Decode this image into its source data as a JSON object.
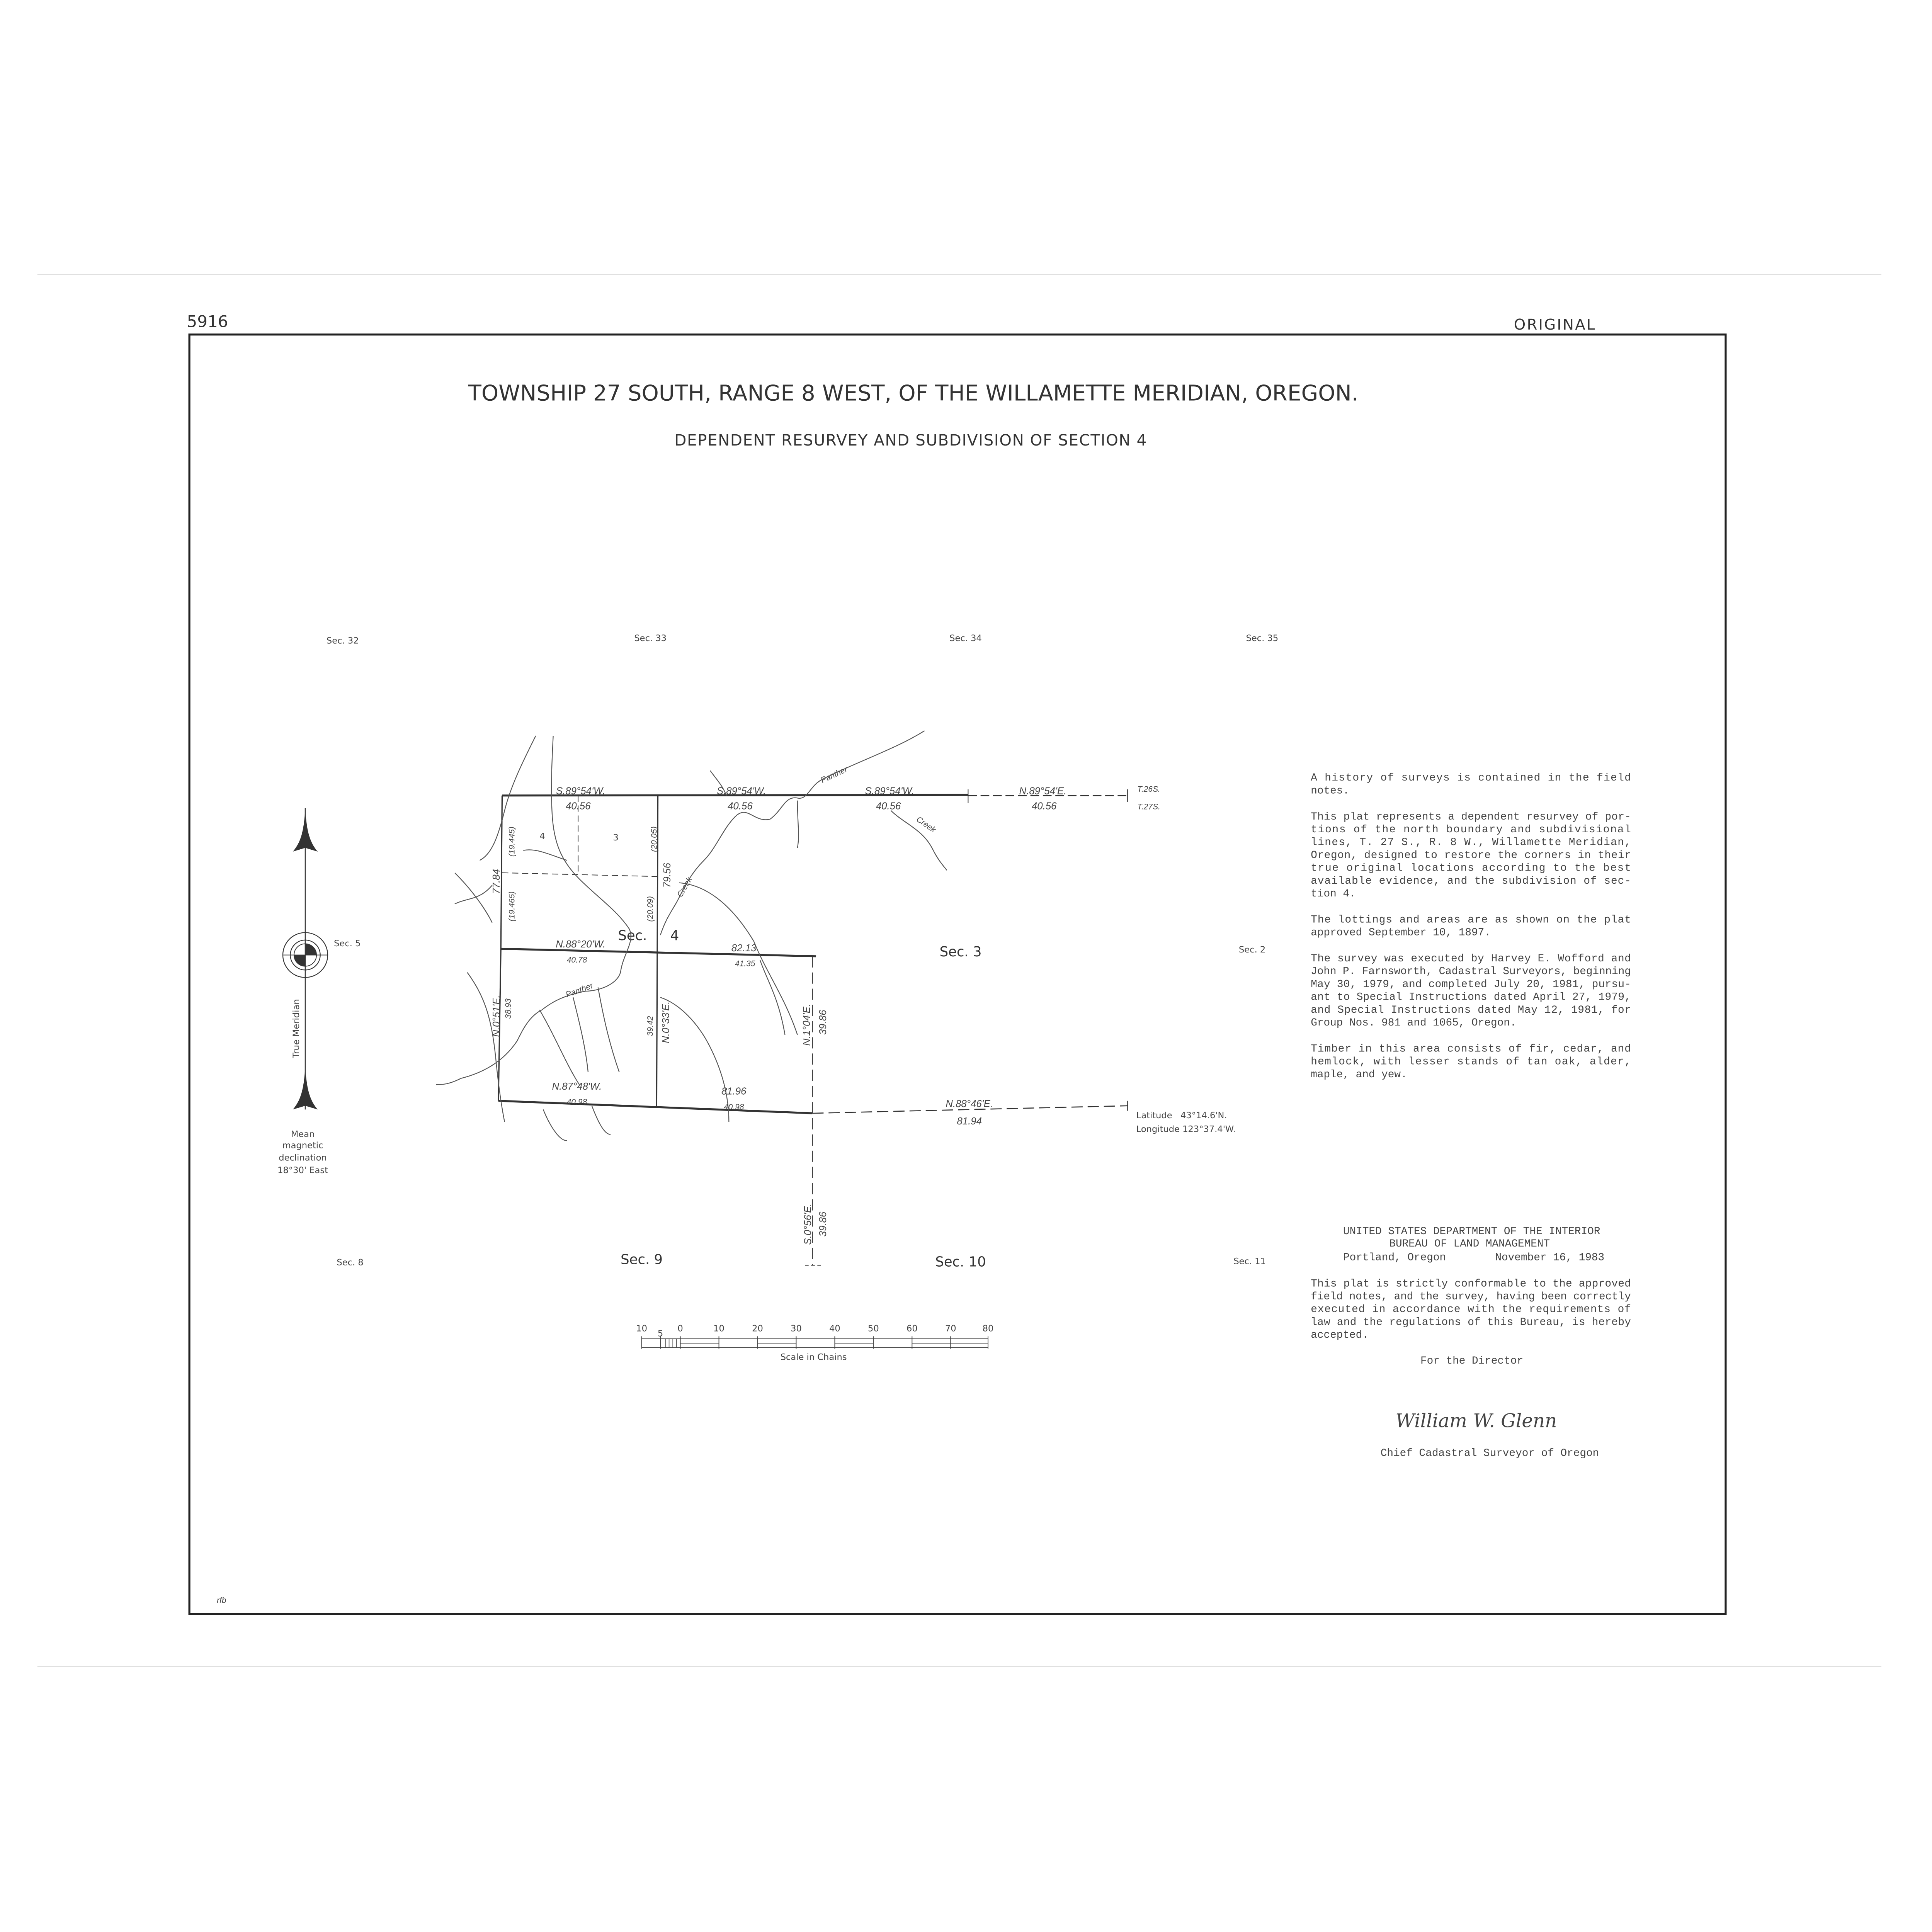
{
  "header": {
    "plat_number": "5916",
    "status": "ORIGINAL"
  },
  "title": "TOWNSHIP 27 SOUTH, RANGE 8 WEST, OF THE WILLAMETTE MERIDIAN, OREGON.",
  "subtitle": "DEPENDENT RESURVEY AND SUBDIVISION OF SECTION 4",
  "sections": {
    "s32": "Sec. 32",
    "s33": "Sec. 33",
    "s34": "Sec. 34",
    "s35": "Sec. 35",
    "s5": "Sec. 5",
    "s4a": "Sec.",
    "s4b": "4",
    "s3": "Sec. 3",
    "s2": "Sec. 2",
    "s8": "Sec. 8",
    "s9": "Sec. 9",
    "s10": "Sec. 10",
    "s11": "Sec. 11"
  },
  "lots": {
    "lot4": "4",
    "lot3": "3"
  },
  "bearings": {
    "n1_bearing": "S.89°54'W.",
    "n1_dist": "40.56",
    "n2_bearing": "S.89°54'W.",
    "n2_dist": "40.56",
    "n3_bearing": "S.89°54'W.",
    "n3_dist": "40.56",
    "n4_bearing": "N.89°54'E.",
    "n4_dist": "40.56",
    "twp_north": "T.26S.",
    "twp_south": "T.27S.",
    "west_total": "77.84",
    "west_upper": "(19.445)",
    "west_lower": "(19.465)",
    "mid_upper": "(20.05)",
    "mid_total": "79.56",
    "mid_lower": "(20.09)",
    "s4_south_bearing": "N.88°20'W.",
    "s4_south_dist": "40.78",
    "s4_south_total": "82.13",
    "s4_south_dist2": "41.35",
    "s9w_bearing": "N.0°51'E.",
    "s9w_dist": "38.93",
    "s9m_dist": "39.42",
    "s9m_bearing": "N.0°33'E.",
    "s9e_bearing": "N.1°04'E.",
    "s9e_dist": "39.86",
    "s9s_bearing": "N.87°48'W.",
    "s9s_dist": "40.98",
    "s9s_total": "81.96",
    "s9s_dist2": "40.98",
    "s10n_bearing": "N.88°46'E.",
    "s10n_dist": "81.94",
    "s10w_bearing": "S.0°56'E.",
    "s10w_dist": "39.86"
  },
  "creeks": {
    "panther_n": "Panther",
    "creek_n": "Creek",
    "creek_e": "Creek",
    "panther_s": "Panther"
  },
  "coordinates": {
    "latitude": "Latitude   43°14.6'N.",
    "longitude": "Longitude 123°37.4'W."
  },
  "meridian": {
    "label": "True Meridian",
    "declination": [
      "Mean",
      "magnetic",
      "declination",
      "18°30' East"
    ]
  },
  "scale": {
    "ticks": [
      "10",
      "5",
      "0",
      "10",
      "20",
      "30",
      "40",
      "50",
      "60",
      "70",
      "80"
    ],
    "label": "Scale in Chains"
  },
  "notes": [
    [
      "A history of surveys is contained in the field",
      "notes."
    ],
    [
      "This plat represents a dependent resurvey of por-",
      "tions of the north boundary and subdivisional",
      "lines, T. 27 S., R. 8 W., Willamette Meridian,",
      "Oregon, designed to restore the corners in their",
      "true original locations according to the best",
      "available evidence, and the subdivision of sec-",
      "tion 4."
    ],
    [
      "The lottings and areas are as shown on the plat",
      "approved September 10, 1897."
    ],
    [
      "The survey was executed by Harvey E. Wofford and",
      "John P. Farnsworth, Cadastral Surveyors, beginning",
      "May 30, 1979, and completed July 20, 1981, pursu-",
      "ant to Special Instructions dated April 27, 1979,",
      "and Special Instructions dated May 12, 1981, for",
      "Group Nos. 981 and 1065, Oregon."
    ],
    [
      "Timber in this area consists of fir, cedar, and",
      "hemlock, with lesser stands of tan oak, alder,",
      "maple, and yew."
    ]
  ],
  "approval": {
    "dept": "UNITED STATES DEPARTMENT OF THE INTERIOR",
    "bureau": "BUREAU OF LAND MANAGEMENT",
    "place": "Portland, Oregon",
    "date": "November 16, 1983",
    "statement": [
      "This plat is strictly conformable to the approved",
      "field notes, and the survey, having been correctly",
      "executed in accordance with the requirements of",
      "law and the regulations of this Bureau, is hereby",
      "accepted."
    ],
    "for_director": "For the Director",
    "signature": "William W. Glenn",
    "signer_title": "Chief Cadastral Surveyor of Oregon"
  },
  "drafter_initials": "rfb"
}
